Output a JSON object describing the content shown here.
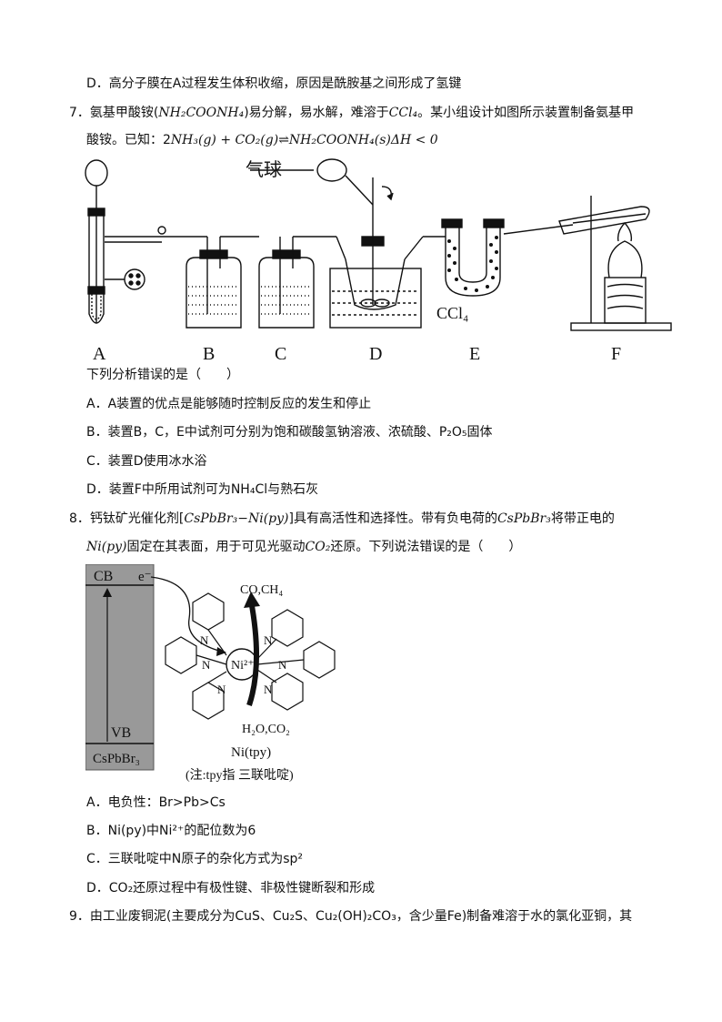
{
  "q6_option_d": "D．高分子膜在A过程发生体积收缩，原因是酰胺基之间形成了氢键",
  "q7": {
    "stem_1_a": "7．氨基甲酸铵(",
    "stem_1_formula": "NH₂COONH₄",
    "stem_1_b": ")易分解，易水解，难溶于",
    "stem_1_ccl4": "CCl₄",
    "stem_1_c": "。某小组设计如图所示装置制备氨基甲",
    "stem_2_a": "酸铵。已知：2",
    "stem_2_eq": "NH₃(g) + CO₂(g)⇌NH₂COONH₄(s)ΔH < 0",
    "apparatus": {
      "balloon_label": "气球",
      "ccl4_label": "CCl₄",
      "labels": [
        "A",
        "B",
        "C",
        "D",
        "E",
        "F"
      ]
    },
    "prompt": "下列分析错误的是（　　）",
    "options": [
      "A．A装置的优点是能够随时控制反应的发生和停止",
      "B．装置B，C，E中试剂可分别为饱和碳酸氢钠溶液、浓硫酸、P₂O₅固体",
      "C．装置D使用冰水浴",
      "D．装置F中所用试剂可为NH₄Cl与熟石灰"
    ]
  },
  "q8": {
    "stem_1_a": "8．钙钛矿光催化剂[",
    "stem_1_formula": "CsPbBr₃−Ni(py)",
    "stem_1_b": "]具有高活性和选择性。带有负电荷的",
    "stem_1_formula2": "CsPbBr₃",
    "stem_1_c": "将带正电的",
    "stem_2_formula": "Ni(py)",
    "stem_2_a": "固定在其表面，用于可见光驱动",
    "stem_2_co2": "CO₂",
    "stem_2_b": "还原。下列说法错误的是（　　）",
    "diagram": {
      "cb": "CB",
      "electron": "e⁻",
      "vb": "VB",
      "material": "CsPbBr₃",
      "products": "CO,CH₄",
      "reactants": "H₂O,CO₂",
      "metal": "Ni²⁺",
      "n_label": "N",
      "complex_name": "Ni(tpy)",
      "note": "(注:tpy指 三联吡啶)"
    },
    "options": [
      "A．电负性：Br>Pb>Cs",
      "B．Ni(py)中Ni²⁺的配位数为6",
      "C．三联吡啶中N原子的杂化方式为sp²",
      "D．CO₂还原过程中有极性键、非极性键断裂和形成"
    ]
  },
  "q9": {
    "stem": "9．由工业废铜泥(主要成分为CuS、Cu₂S、Cu₂(OH)₂CO₃，含少量Fe)制备难溶于水的氯化亚铜，其"
  }
}
